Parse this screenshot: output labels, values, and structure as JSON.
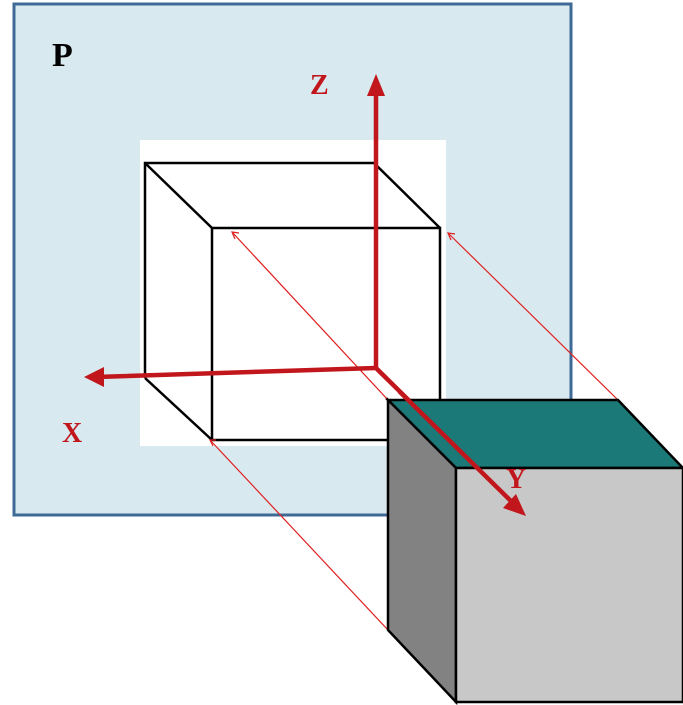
{
  "labels": {
    "plane": "P",
    "axis_z": "Z",
    "axis_x": "X",
    "axis_y": "Y"
  },
  "colors": {
    "plane_fill": "#d8e9f0",
    "plane_border": "#3f6a96",
    "projection_area": "#ffffff",
    "axis": "#c0161c",
    "projector_line": "#e02020",
    "outline": "#000000",
    "cube_top": "#1b7a78",
    "cube_front": "#c8c8c8",
    "cube_side": "#828282",
    "label_text": "#c0161c",
    "plane_label_text": "#000000"
  }
}
